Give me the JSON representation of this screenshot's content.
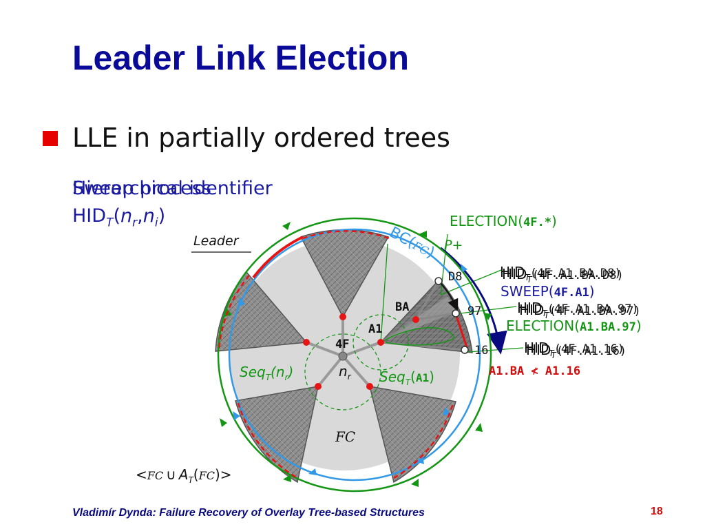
{
  "slide": {
    "title": "Leader Link Election",
    "bullet": "LLE in partially ordered trees",
    "line1a": "Hierarchical identifier",
    "line1b": "Sweep process",
    "hid_label": "HID",
    "hid_sub": "T",
    "hid_args_open": "(",
    "hid_nr": "n",
    "hid_nr_sub": "r",
    "hid_comma": ",",
    "hid_ni": "n",
    "hid_ni_sub": "i",
    "hid_args_close": ")",
    "footer": "Vladimír Dynda: Failure Recovery of Overlay Tree-based Structures",
    "page_number": "18"
  },
  "diagram": {
    "leader_label": "Leader",
    "bc_label": "BC(",
    "fc_symbol": "FC",
    "bc_close": ")",
    "p_plus": "P+",
    "election_all_label": "ELECTION(",
    "election_all_arg": "4F.*",
    "election_close": ")",
    "node_d8": "D8",
    "node_ba": "BA",
    "node_97": "97",
    "node_a1": "A1",
    "node_4f": "4F",
    "node_16": "16",
    "hid_prefix": "HID",
    "hid_sub": "T",
    "hid_d8_a": "(4F.A1.BA.D8)",
    "hid_d8_b": "(4F.A1.BA.D8)",
    "hid_97_a": "(4F.A1.BA.97)",
    "hid_97_b": "(4F.A1.BA.97)",
    "hid_16_a": "(4F.A1.16)",
    "hid_16_b": "(4F.A1.16)",
    "sweep_label": "SWEEP(",
    "sweep_arg": "4F.A1",
    "sweep_close": ")",
    "election_97_label": "ELECTION(",
    "election_97_arg": "A1.BA.97",
    "compare": "A1.BA ≮ A1.16",
    "seq_nr_prefix": "Seq",
    "seq_sub": "T",
    "seq_nr_arg": "(n",
    "seq_nr_sub": "r",
    "seq_close": ")",
    "seq_a1_prefix": "Seq",
    "seq_a1_arg": "A1",
    "nr_label": "n",
    "nr_sub": "r",
    "bottom_label_open": "<",
    "bottom_union": "∪",
    "bottom_a": "A",
    "bottom_label_close": ")>",
    "colors": {
      "green": "#149614",
      "blue": "#3399e6",
      "red": "#e61414",
      "navy": "#0a0a80",
      "sector_gray": "#8a8a8a",
      "disc_gray": "#d9d9d9"
    }
  }
}
